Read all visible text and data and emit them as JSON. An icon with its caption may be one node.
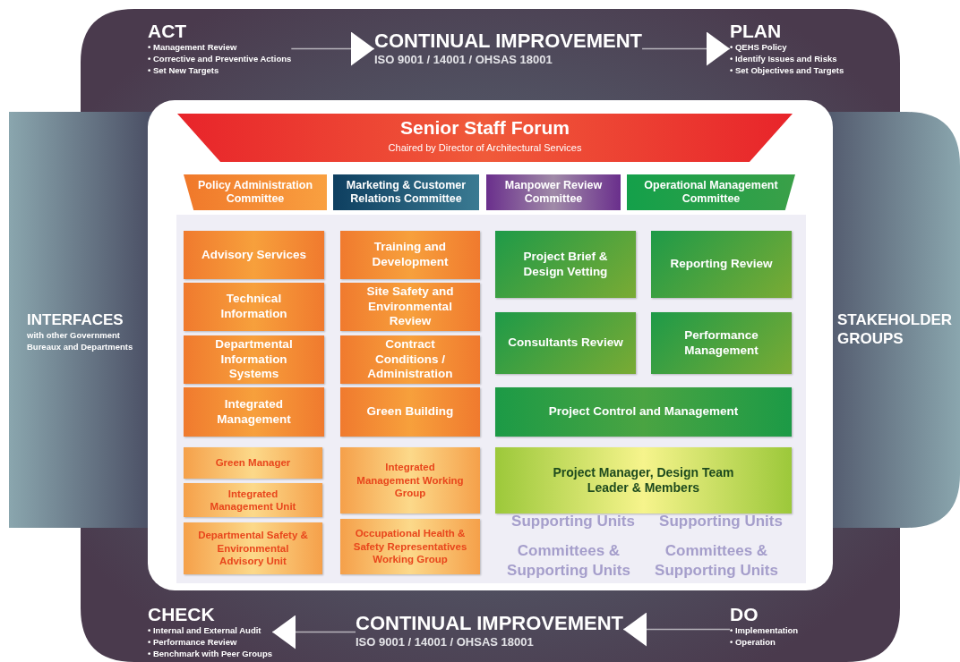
{
  "diagram": {
    "nodes": [
      {
        "text": [
          "ACT",
          "• Management Review",
          "• Corrective and Preventive Actions",
          "• Set New Targets"
        ]
      },
      {
        "text": [
          "CONTINUAL IMPROVEMENT",
          "ISO 9001 / 14001 / OHSAS 18001"
        ]
      },
      {
        "text": [
          "PLAN",
          "• QEHS Policy",
          "• Identify Issues and Risks",
          "• Set Objectives and Targets"
        ]
      },
      {
        "text": [
          "Senior Staff Forum",
          "Chaired by Director of Architectural Services"
        ]
      },
      {
        "text": [
          "Policy Administration Committee"
        ]
      },
      {
        "text": [
          "Marketing & Customer Relations Committee"
        ]
      },
      {
        "text": [
          "Manpower Review Committee"
        ]
      },
      {
        "text": [
          "Operational Management Committee"
        ]
      },
      {
        "text": [
          "INTERFACES",
          "with other Government Bureaux and Departments"
        ]
      },
      {
        "text": [
          "STAKEHOLDER GROUPS"
        ]
      },
      {
        "text": [
          "Advisory Services"
        ]
      },
      {
        "text": [
          "Training and Development"
        ]
      },
      {
        "text": [
          "Project Brief & Design Vetting"
        ]
      },
      {
        "text": [
          "Reporting Review"
        ]
      },
      {
        "text": [
          "Technical Information"
        ]
      },
      {
        "text": [
          "Site Safety and Environmental Review"
        ]
      },
      {
        "text": [
          "Consultants Review"
        ]
      },
      {
        "text": [
          "Performance Management"
        ]
      },
      {
        "text": [
          "Departmental Information Systems"
        ]
      },
      {
        "text": [
          "Contract Conditions / Administration"
        ]
      },
      {
        "text": [
          "Integrated Management"
        ]
      },
      {
        "text": [
          "Green Building"
        ]
      },
      {
        "text": [
          "Project Control and Management"
        ]
      },
      {
        "text": [
          "Green Manager"
        ]
      },
      {
        "text": [
          "Integrated Management Working Group"
        ]
      },
      {
        "text": [
          "Project Manager, Design Team Leader & Members"
        ]
      },
      {
        "text": [
          "Integrated Management Unit"
        ]
      },
      {
        "text": [
          "Departmental Safety & Environmental Advisory Unit"
        ]
      },
      {
        "text": [
          "Occupational Health & Safety Representatives Working Group"
        ]
      },
      {
        "text": [
          "CHECK",
          "• Internal and External Audit",
          "• Performance Review",
          "• Benchmark with Peer Groups"
        ]
      },
      {
        "text": [
          "CONTINUAL IMPROVEMENT",
          "ISO 9001 / 14001 / OHSAS 18001"
        ]
      },
      {
        "text": [
          "DO",
          "• Implementation",
          "• Operation"
        ]
      }
    ],
    "edges": [
      {
        "from": 0,
        "to": 1,
        "arrow": "to"
      },
      {
        "from": 1,
        "to": 2,
        "arrow": "to"
      },
      {
        "from": 31,
        "to": 30,
        "arrow": "to"
      },
      {
        "from": 30,
        "to": 29,
        "arrow": "to"
      }
    ],
    "labels": [
      "Supporting Units",
      "Supporting Units",
      "Committees & Supporting Units",
      "Committees & Supporting Units"
    ]
  }
}
